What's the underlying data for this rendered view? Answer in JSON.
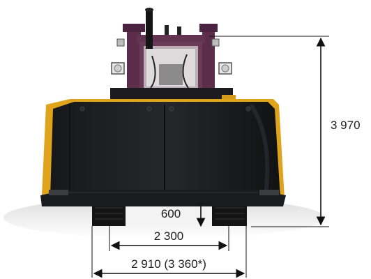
{
  "diagram": {
    "dimensions": {
      "height": "3 970",
      "ground_clearance": "600",
      "track_gauge": "2 300",
      "overall_width": "2 910 (3 360*)"
    },
    "colors": {
      "blade": "#1d1e20",
      "cab_frame": "#5b2d4b",
      "blade_edge": "#e0a31c",
      "track": "#141414",
      "dimension_line": "#111111"
    }
  }
}
